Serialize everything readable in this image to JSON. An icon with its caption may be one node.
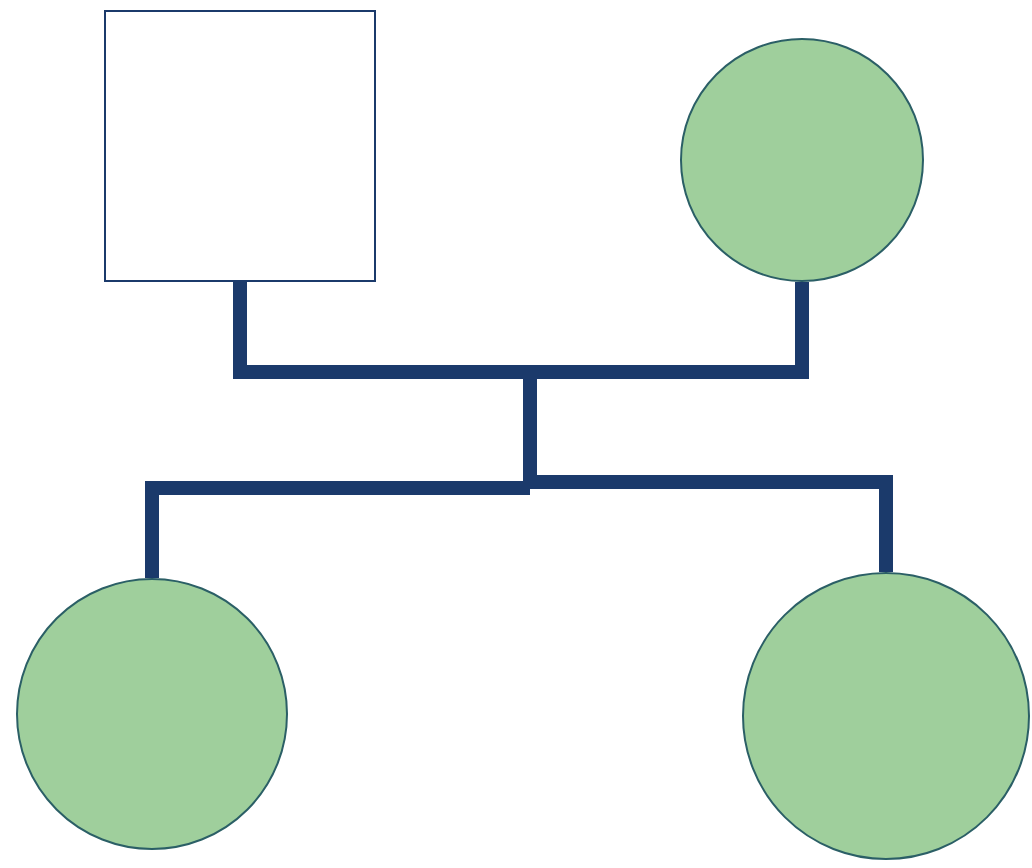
{
  "diagram": {
    "nodes": [
      {
        "text": [],
        "shape": "box"
      },
      {
        "text": [],
        "shape": "circle"
      },
      {
        "text": [],
        "shape": "circle"
      },
      {
        "text": [],
        "shape": "circle"
      }
    ],
    "edges": [
      {
        "from": 0,
        "to": 2,
        "arrow": "none"
      },
      {
        "from": 0,
        "to": 3,
        "arrow": "none"
      },
      {
        "from": 1,
        "to": 2,
        "arrow": "none"
      },
      {
        "from": 1,
        "to": 3,
        "arrow": "none"
      }
    ]
  }
}
